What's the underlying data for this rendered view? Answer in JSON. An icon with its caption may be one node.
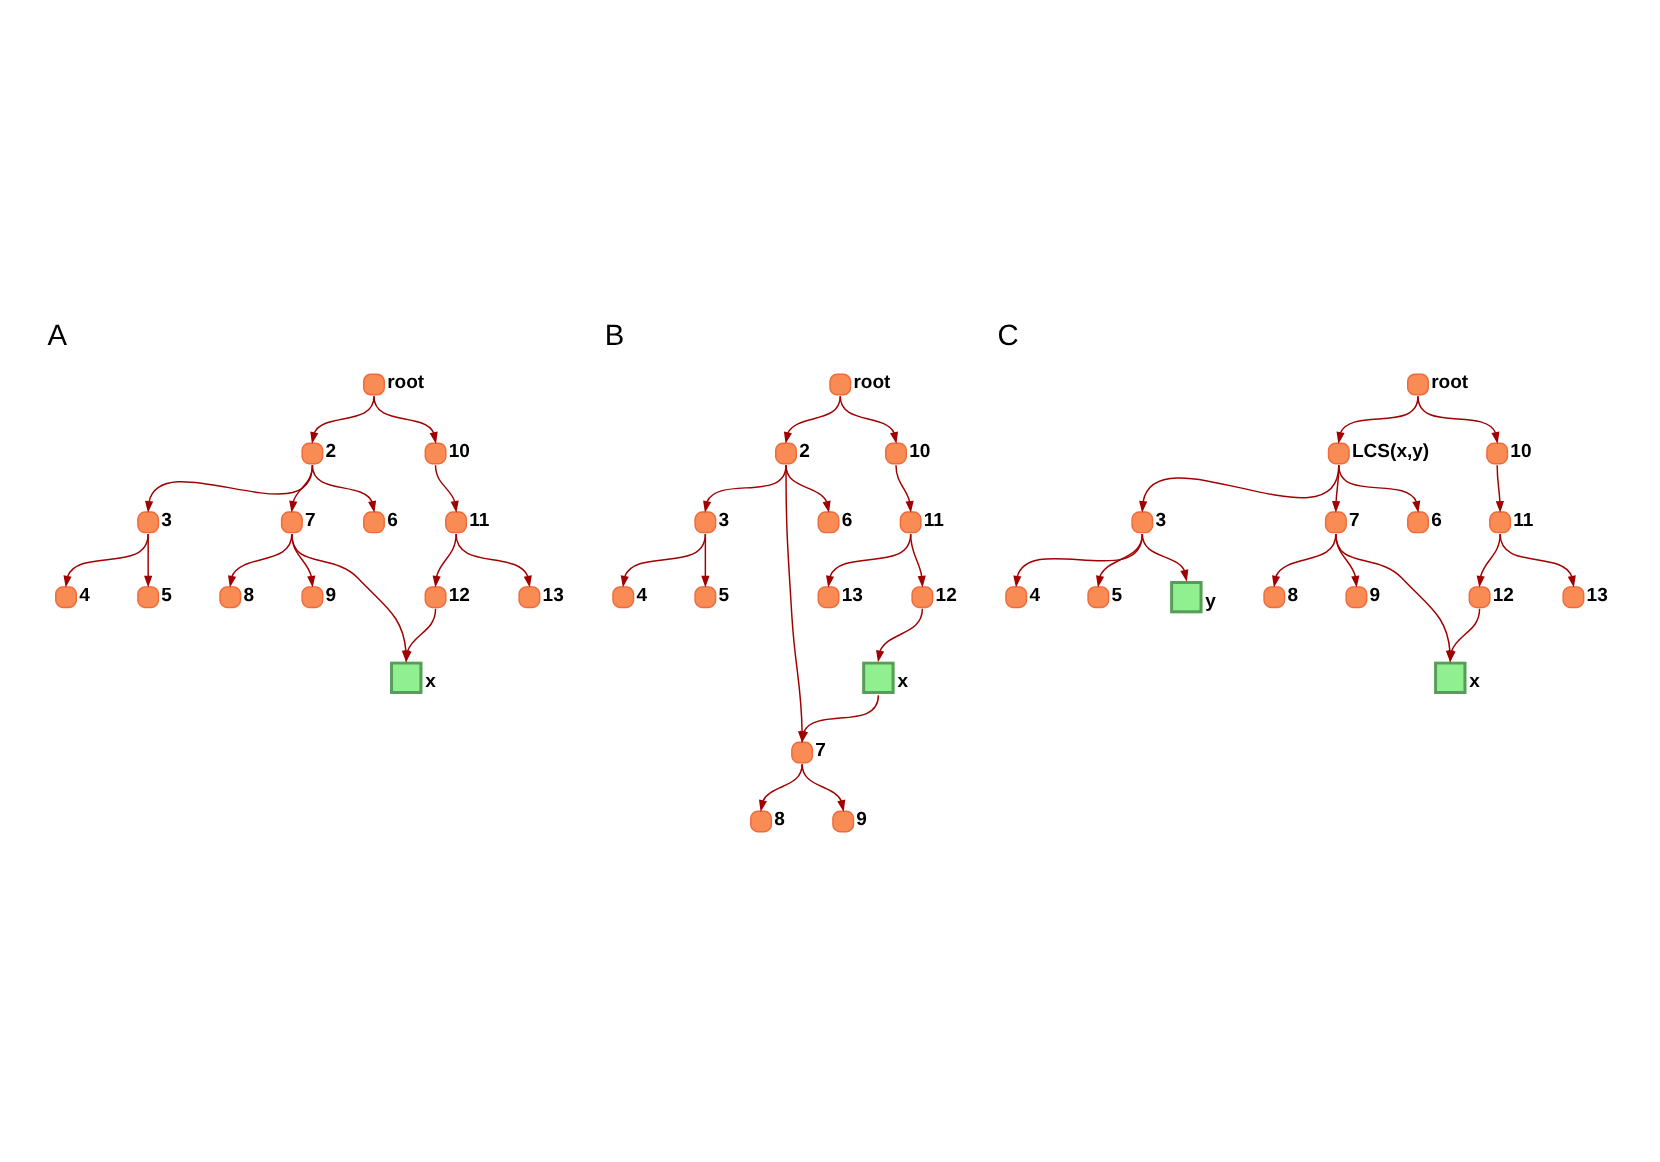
{
  "diagram": {
    "nodes": [
      {
        "text": [],
        "shape": "circle",
        "beside": [
          "root"
        ]
      },
      {
        "text": [],
        "shape": "circle",
        "beside": [
          "2"
        ]
      },
      {
        "text": [],
        "shape": "circle",
        "beside": [
          "10"
        ]
      },
      {
        "text": [],
        "shape": "circle",
        "beside": [
          "3"
        ]
      },
      {
        "text": [],
        "shape": "circle",
        "beside": [
          "7"
        ]
      },
      {
        "text": [],
        "shape": "circle",
        "beside": [
          "6"
        ]
      },
      {
        "text": [],
        "shape": "circle",
        "beside": [
          "4"
        ]
      },
      {
        "text": [],
        "shape": "circle",
        "beside": [
          "5"
        ]
      },
      {
        "text": [],
        "shape": "circle",
        "beside": [
          "8"
        ]
      },
      {
        "text": [],
        "shape": "circle",
        "beside": [
          "9"
        ]
      },
      {
        "text": [],
        "shape": "circle",
        "beside": [
          "11"
        ]
      },
      {
        "text": [],
        "shape": "circle",
        "beside": [
          "12"
        ]
      },
      {
        "text": [],
        "shape": "circle",
        "beside": [
          "13"
        ]
      },
      {
        "text": [],
        "shape": "box",
        "beside": [
          "x"
        ]
      },
      {
        "text": [],
        "shape": "circle",
        "beside": [
          "root"
        ]
      },
      {
        "text": [],
        "shape": "circle",
        "beside": [
          "2"
        ]
      },
      {
        "text": [],
        "shape": "circle",
        "beside": [
          "10"
        ]
      },
      {
        "text": [],
        "shape": "box",
        "beside": [
          "x"
        ]
      },
      {
        "text": [],
        "shape": "circle",
        "beside": [
          "3"
        ]
      },
      {
        "text": [],
        "shape": "circle",
        "beside": [
          "11"
        ]
      },
      {
        "text": [],
        "shape": "circle",
        "beside": [
          "7"
        ]
      },
      {
        "text": [],
        "shape": "circle",
        "beside": [
          "4"
        ]
      },
      {
        "text": [],
        "shape": "circle",
        "beside": [
          "5"
        ]
      },
      {
        "text": [],
        "shape": "circle",
        "beside": [
          "6"
        ]
      },
      {
        "text": [],
        "shape": "circle",
        "beside": [
          "13"
        ]
      },
      {
        "text": [],
        "shape": "circle",
        "beside": [
          "12"
        ]
      },
      {
        "text": [],
        "shape": "circle",
        "beside": [
          "8"
        ]
      },
      {
        "text": [],
        "shape": "circle",
        "beside": [
          "9"
        ]
      },
      {
        "text": [],
        "shape": "circle",
        "beside": [
          "root"
        ]
      },
      {
        "text": [],
        "shape": "circle",
        "beside": [
          "LCS(x,y)"
        ]
      },
      {
        "text": [],
        "shape": "circle",
        "beside": [
          "10"
        ]
      },
      {
        "text": [],
        "shape": "circle",
        "beside": [
          "3"
        ]
      },
      {
        "text": [],
        "shape": "circle",
        "beside": [
          "7"
        ]
      },
      {
        "text": [],
        "shape": "circle",
        "beside": [
          "6"
        ]
      },
      {
        "text": [],
        "shape": "circle",
        "beside": [
          "11"
        ]
      },
      {
        "text": [],
        "shape": "circle",
        "beside": [
          "4"
        ]
      },
      {
        "text": [],
        "shape": "circle",
        "beside": [
          "5"
        ]
      },
      {
        "text": [],
        "shape": "box",
        "beside": [
          "y"
        ]
      },
      {
        "text": [],
        "shape": "circle",
        "beside": [
          "8"
        ]
      },
      {
        "text": [],
        "shape": "circle",
        "beside": [
          "9"
        ]
      },
      {
        "text": [],
        "shape": "circle",
        "beside": [
          "12"
        ]
      },
      {
        "text": [],
        "shape": "circle",
        "beside": [
          "13"
        ]
      },
      {
        "text": [],
        "shape": "box",
        "beside": [
          "x"
        ]
      }
    ],
    "edges": [
      {
        "from": 0,
        "to": 1,
        "arrow": "to"
      },
      {
        "from": 0,
        "to": 2,
        "arrow": "to"
      },
      {
        "from": 1,
        "to": 3,
        "arrow": "to"
      },
      {
        "from": 1,
        "to": 4,
        "arrow": "to"
      },
      {
        "from": 1,
        "to": 5,
        "arrow": "to"
      },
      {
        "from": 3,
        "to": 6,
        "arrow": "to"
      },
      {
        "from": 3,
        "to": 7,
        "arrow": "to"
      },
      {
        "from": 4,
        "to": 8,
        "arrow": "to"
      },
      {
        "from": 4,
        "to": 9,
        "arrow": "to"
      },
      {
        "from": 4,
        "to": 13,
        "arrow": "to"
      },
      {
        "from": 2,
        "to": 10,
        "arrow": "to"
      },
      {
        "from": 10,
        "to": 11,
        "arrow": "to"
      },
      {
        "from": 10,
        "to": 12,
        "arrow": "to"
      },
      {
        "from": 11,
        "to": 13,
        "arrow": "to"
      },
      {
        "from": 14,
        "to": 15,
        "arrow": "to"
      },
      {
        "from": 14,
        "to": 16,
        "arrow": "to"
      },
      {
        "from": 15,
        "to": 18,
        "arrow": "to"
      },
      {
        "from": 15,
        "to": 23,
        "arrow": "to"
      },
      {
        "from": 15,
        "to": 20,
        "arrow": "to"
      },
      {
        "from": 18,
        "to": 21,
        "arrow": "to"
      },
      {
        "from": 18,
        "to": 22,
        "arrow": "to"
      },
      {
        "from": 16,
        "to": 19,
        "arrow": "to"
      },
      {
        "from": 19,
        "to": 24,
        "arrow": "to"
      },
      {
        "from": 19,
        "to": 25,
        "arrow": "to"
      },
      {
        "from": 25,
        "to": 17,
        "arrow": "to"
      },
      {
        "from": 17,
        "to": 20,
        "arrow": "to"
      },
      {
        "from": 20,
        "to": 26,
        "arrow": "to"
      },
      {
        "from": 20,
        "to": 27,
        "arrow": "to"
      },
      {
        "from": 28,
        "to": 29,
        "arrow": "to"
      },
      {
        "from": 28,
        "to": 30,
        "arrow": "to"
      },
      {
        "from": 29,
        "to": 31,
        "arrow": "to"
      },
      {
        "from": 29,
        "to": 32,
        "arrow": "to"
      },
      {
        "from": 29,
        "to": 33,
        "arrow": "to"
      },
      {
        "from": 31,
        "to": 35,
        "arrow": "to"
      },
      {
        "from": 31,
        "to": 36,
        "arrow": "to"
      },
      {
        "from": 31,
        "to": 37,
        "arrow": "to"
      },
      {
        "from": 32,
        "to": 38,
        "arrow": "to"
      },
      {
        "from": 32,
        "to": 39,
        "arrow": "to"
      },
      {
        "from": 32,
        "to": 42,
        "arrow": "to"
      },
      {
        "from": 30,
        "to": 34,
        "arrow": "to"
      },
      {
        "from": 34,
        "to": 40,
        "arrow": "to"
      },
      {
        "from": 34,
        "to": 41,
        "arrow": "to"
      },
      {
        "from": 40,
        "to": 42,
        "arrow": "to"
      }
    ],
    "labels": [
      "A",
      "B",
      "C"
    ]
  }
}
